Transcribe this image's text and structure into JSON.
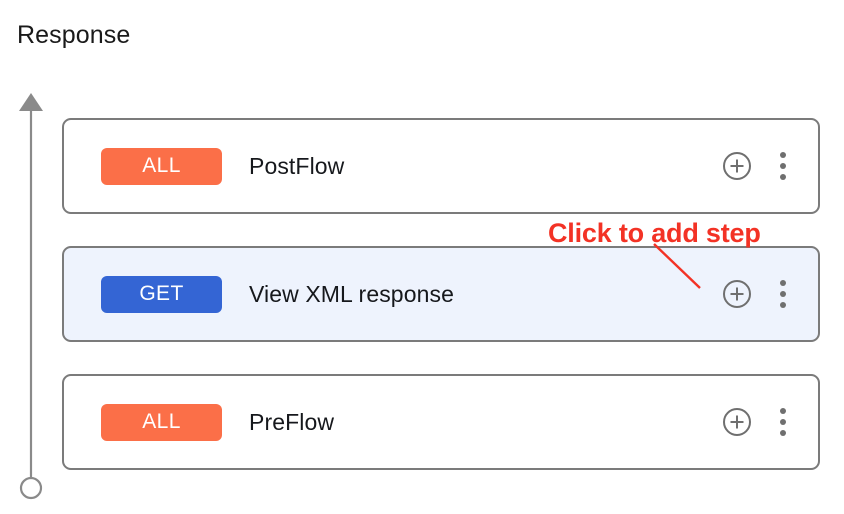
{
  "page": {
    "title": "Response",
    "background_color": "#ffffff"
  },
  "colors": {
    "badge_all": "#fb6f48",
    "badge_get": "#3465d4",
    "card_border": "#7b7b7b",
    "selected_card_background": "#eef3fd",
    "annotation_red": "#f33225",
    "icon_gray": "#6f6f6f",
    "axis_gray": "#8a8a8a"
  },
  "flow_axis": {
    "arrow_icon": "arrow-up-icon",
    "endpoint_icon": "circle-outline-icon",
    "direction": "up"
  },
  "annotation": {
    "text": "Click to add step",
    "arrow_icon": "annotation-arrow-icon",
    "points_to": "add-step-button-viewxml"
  },
  "icons": {
    "add": "plus-circle-icon",
    "more": "kebab-menu-icon"
  },
  "steps": [
    {
      "badge": "ALL",
      "badge_type": "all",
      "label": "PostFlow",
      "selected": false,
      "add_label": "add-step",
      "more_label": "more-options"
    },
    {
      "badge": "GET",
      "badge_type": "get",
      "label": "View XML response",
      "selected": true,
      "add_label": "add-step",
      "more_label": "more-options"
    },
    {
      "badge": "ALL",
      "badge_type": "all",
      "label": "PreFlow",
      "selected": false,
      "add_label": "add-step",
      "more_label": "more-options"
    }
  ]
}
